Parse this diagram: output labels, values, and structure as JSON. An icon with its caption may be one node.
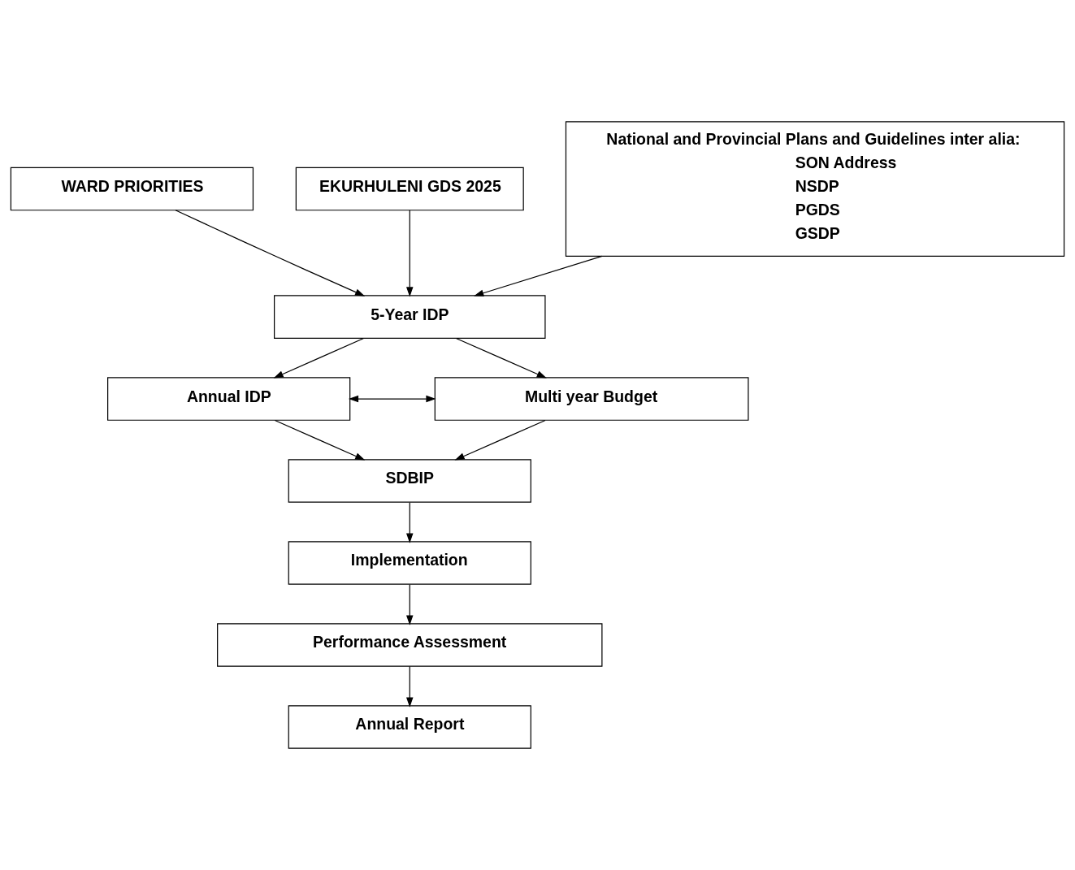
{
  "diagram": {
    "nodes": [
      {
        "text": [
          "EKURHULENI GDS 2025"
        ]
      },
      {
        "text": [
          "National and Provincial Plans and Guidelines inter alia:",
          "SON Address",
          "NSDP",
          "PGDS",
          "GSDP"
        ]
      },
      {
        "text": [
          "WARD PRIORITIES"
        ]
      },
      {
        "text": [
          "5-Year IDP"
        ]
      },
      {
        "text": [
          "Annual IDP"
        ]
      },
      {
        "text": [
          "Multi year Budget"
        ]
      },
      {
        "text": [
          "SDBIP"
        ]
      },
      {
        "text": [
          "Implementation"
        ]
      },
      {
        "text": [
          "Performance Assessment"
        ]
      },
      {
        "text": [
          "Annual Report"
        ]
      }
    ],
    "edges": [
      {
        "from": 0,
        "to": 3,
        "arrow": "to"
      },
      {
        "from": 2,
        "to": 3,
        "arrow": "to"
      },
      {
        "from": 1,
        "to": 3,
        "arrow": "to"
      },
      {
        "from": 3,
        "to": 4,
        "arrow": "to"
      },
      {
        "from": 3,
        "to": 5,
        "arrow": "to"
      },
      {
        "from": 4,
        "to": 5,
        "arrow": "both"
      },
      {
        "from": 4,
        "to": 6,
        "arrow": "to"
      },
      {
        "from": 5,
        "to": 6,
        "arrow": "to"
      },
      {
        "from": 6,
        "to": 7,
        "arrow": "to"
      },
      {
        "from": 7,
        "to": 8,
        "arrow": "to"
      },
      {
        "from": 8,
        "to": 9,
        "arrow": "to"
      }
    ]
  }
}
